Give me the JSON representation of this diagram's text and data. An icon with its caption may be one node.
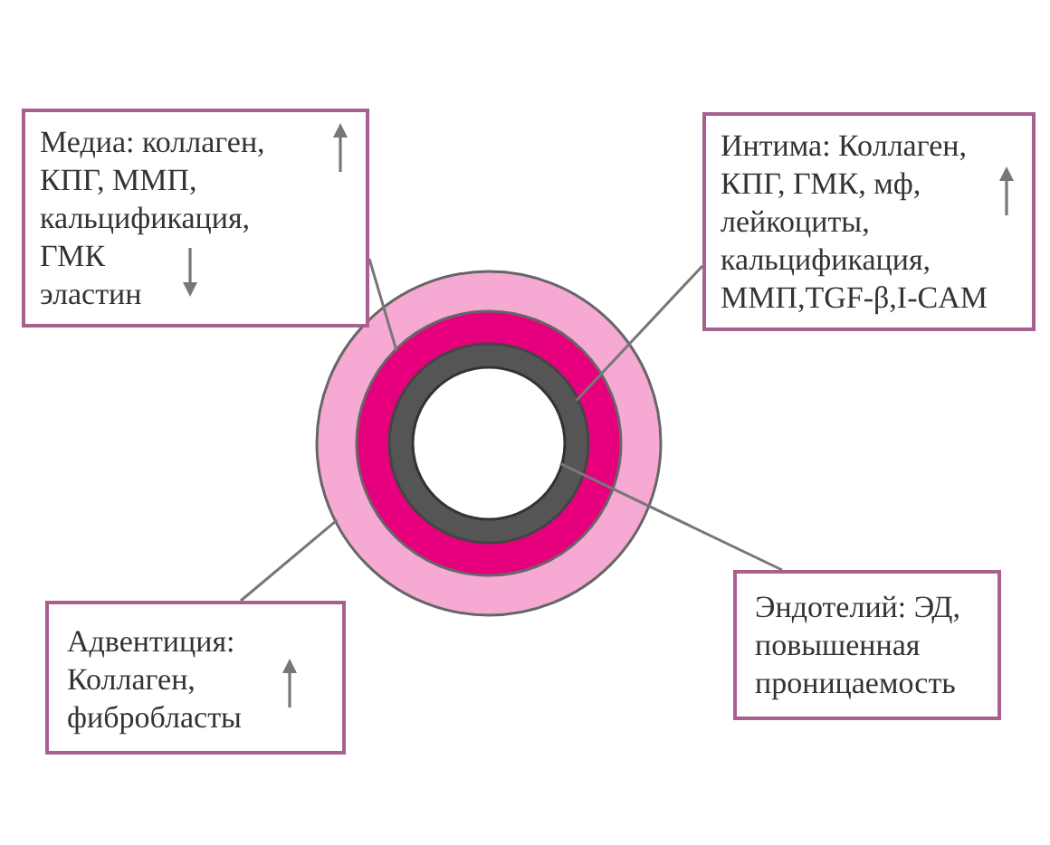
{
  "diagram": {
    "nodes": [
      {
        "text": [
          "Медиа: коллаген, КПГ, ММП, кальцификация, ГМК",
          "эластин"
        ]
      },
      {
        "text": [
          "Интима: Коллаген, КПГ, ГМК, мф, лейкоциты, кальцификация, ММП,TGF-β,I-CAM"
        ]
      },
      {
        "text": [
          "Адвентиция: Коллаген, фибробласты"
        ]
      },
      {
        "text": [
          "Эндотелий: ЭД, повышенная проницаемость"
        ]
      },
      {
        "text": [],
        "shape": "circle"
      },
      {
        "text": [],
        "shape": "circle",
        "in": 4
      },
      {
        "text": [],
        "shape": "circle",
        "in": 5
      },
      {
        "text": [],
        "shape": "circle",
        "in": 6
      }
    ],
    "edges": [
      {
        "from": 0,
        "to": 5,
        "arrow": "none"
      },
      {
        "from": 1,
        "to": 6,
        "arrow": "none"
      },
      {
        "from": 2,
        "to": 4,
        "arrow": "none"
      },
      {
        "from": 3,
        "to": 7,
        "arrow": "none"
      }
    ]
  }
}
